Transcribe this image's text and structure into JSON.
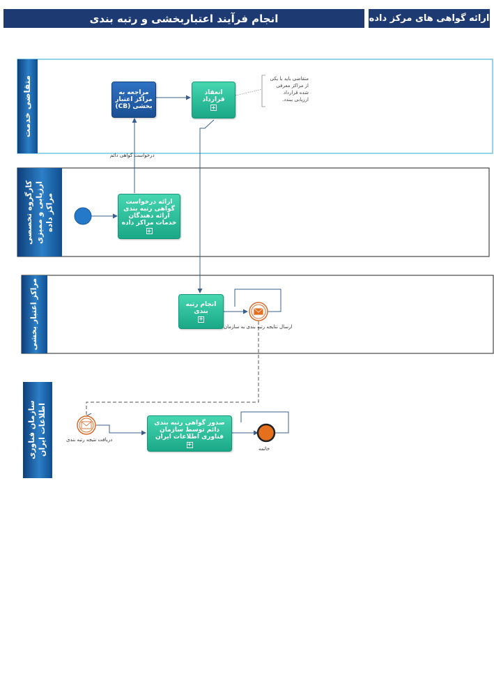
{
  "header": {
    "main_title": "انجام فرآیند اعتباربخشی و رتبه بندی",
    "section_title": "ارائه گواهی های مرکز داده"
  },
  "lanes": [
    {
      "label": "متقاضی خدمت"
    },
    {
      "label": "کارگروه تخصصی ارزیابی و ممیزی مراکز داده"
    },
    {
      "label": "مراکز اعتبار بخشی"
    },
    {
      "label": "سازمان فناوری اطلاعات ایران"
    }
  ],
  "tasks": {
    "refer_cb": "مراجعه به مراکز اعتبار بخشی (CB)",
    "contract": "انعقاد قرارداد",
    "present_request": "ارائه درخواست گواهی رتبه بندی ارائه دهندگان خدمات مراکز داده",
    "do_ranking": "انجام رتبه بندی",
    "issue_certificate": "صدور گواهی رتبه بندی دائم توسط سازمان فناوری اطلاعات ایران"
  },
  "annotation": {
    "lines": [
      "متقاضی باید با یکی",
      "از مراکز معرفی",
      "شده قرارداد",
      "ارزیابی ببندد."
    ]
  },
  "flow_labels": {
    "permanent_request": "درخواست گواهی دائم",
    "send_result": "ارسال نتایجه رتبه بندی به سازمان",
    "receive_result": "دریافت نتیجه رتبه بندی",
    "end": "خاتمه"
  },
  "colors": {
    "header": "#1d3a73",
    "task_green": "#1aa887",
    "task_blue": "#1a4f93",
    "end_event": "#e4701e"
  }
}
